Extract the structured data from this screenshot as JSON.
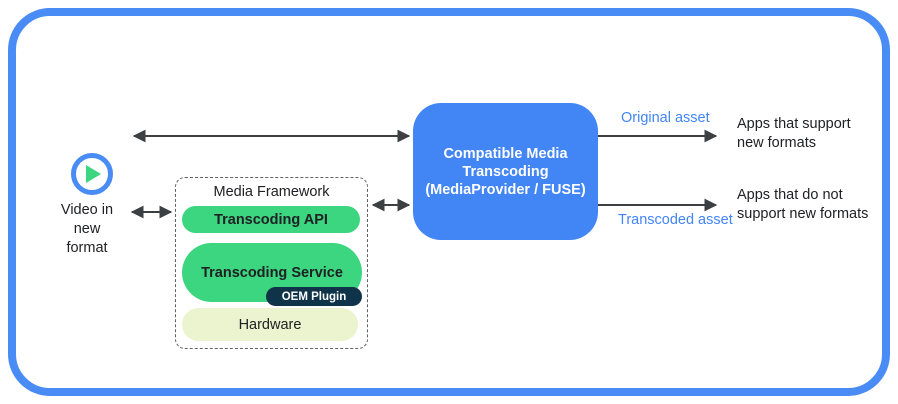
{
  "colors": {
    "border_blue": "#4A8CF5",
    "box_blue": "#4285F4",
    "pill_green": "#3BD67F",
    "oem_navy": "#0F3449",
    "hardware_cream": "#ECF3CF",
    "asset_label_blue": "#4285F4",
    "text_dark": "#202124",
    "arrow_gray": "#3C4043"
  },
  "source": {
    "icon": "play-icon",
    "label_lines": [
      "Video in",
      "new",
      "format"
    ]
  },
  "media_framework": {
    "title": "Media Framework",
    "transcoding_api_label": "Transcoding API",
    "transcoding_service_label": "Transcoding Service",
    "oem_plugin_label": "OEM Plugin",
    "hardware_label": "Hardware"
  },
  "transcoding_box": {
    "line1": "Compatible Media",
    "line2": "Transcoding",
    "line3": "(MediaProvider / FUSE)"
  },
  "outputs": {
    "original_asset_label": "Original asset",
    "original_target_lines": [
      "Apps that support",
      "new formats"
    ],
    "transcoded_asset_label": "Transcoded asset",
    "transcoded_target_lines": [
      "Apps that do not",
      "support new formats"
    ]
  }
}
